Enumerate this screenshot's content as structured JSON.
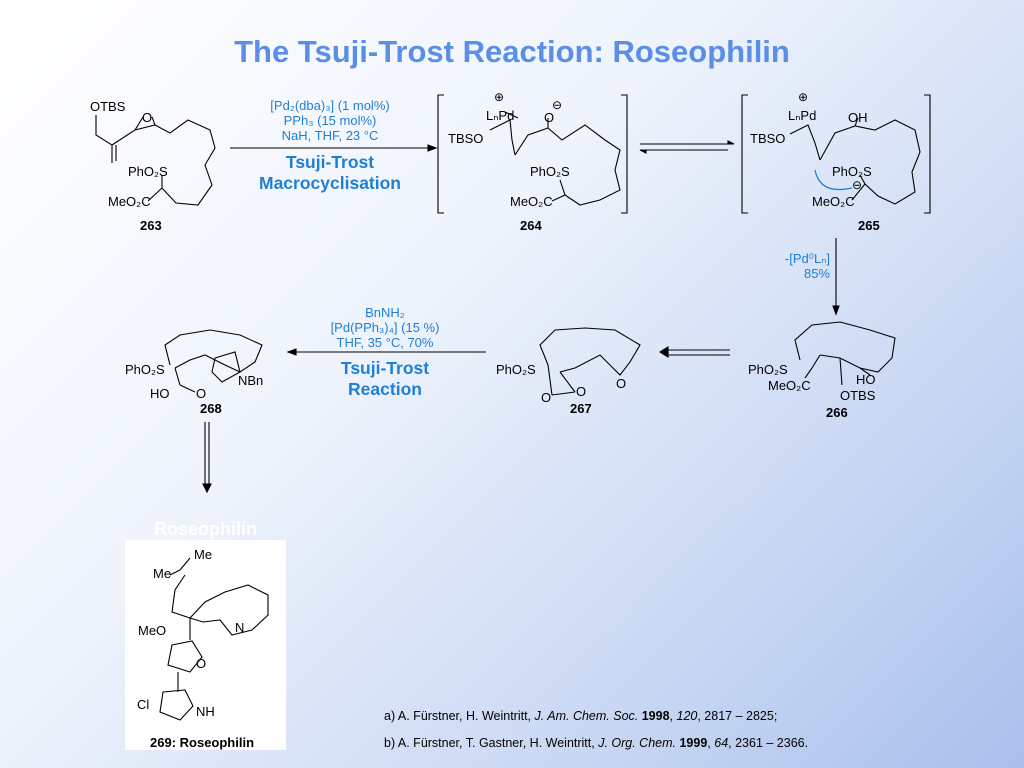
{
  "title": "The Tsuji-Trost Reaction: Roseophilin",
  "compounds": {
    "c263": {
      "label": "263",
      "otbs": "OTBS",
      "o": "O",
      "pho2s": "PhO₂S",
      "meo2c": "MeO₂C"
    },
    "c264": {
      "label": "264",
      "lnpd": "LₙPd",
      "tbso": "TBSO",
      "o": "O",
      "pho2s": "PhO₂S",
      "meo2c": "MeO₂C"
    },
    "c265": {
      "label": "265",
      "lnpd": "LₙPd",
      "tbso": "TBSO",
      "oh": "OH",
      "pho2s": "PhO₂S",
      "meo2c": "MeO₂C"
    },
    "c266": {
      "label": "266",
      "pho2s": "PhO₂S",
      "meo2c": "MeO₂C",
      "ho": "HO",
      "otbs": "OTBS"
    },
    "c267": {
      "label": "267",
      "pho2s": "PhO₂S",
      "o_ring": "O",
      "o_carbonyl": "O",
      "o_ketone": "O"
    },
    "c268": {
      "label": "268",
      "pho2s": "PhO₂S",
      "ho": "HO",
      "o": "O",
      "nbn": "NBn"
    },
    "c269": {
      "label": "269: Roseophilin",
      "me1": "Me",
      "me2": "Me",
      "meo": "MeO",
      "n": "N",
      "o": "O",
      "cl": "Cl",
      "nh": "NH"
    }
  },
  "conditions": {
    "step1": {
      "line1": "[Pd₂(dba)₃] (1 mol%)",
      "line2": "PPh₃ (15 mol%)",
      "line3": "NaH, THF, 23 °C",
      "name1": "Tsuji-Trost",
      "name2": "Macrocyclisation"
    },
    "step2": {
      "line1": "-[Pd⁰Lₙ]",
      "line2": "85%"
    },
    "step3": {
      "line1": "BnNH₂",
      "line2": "[Pd(PPh₃)₄] (15 %)",
      "line3": "THF, 35 °C, 70%",
      "name1": "Tsuji-Trost",
      "name2": "Reaction"
    }
  },
  "natural_product": {
    "title": "Roseophilin"
  },
  "references": [
    {
      "prefix": "a) A. Fürstner, H. Weintritt, ",
      "journal": "J. Am. Chem. Soc.",
      "year": "1998",
      "volume": "120",
      "pages": ", 2817 – 2825;"
    },
    {
      "prefix": "b) A. Fürstner, T. Gastner, H. Weintritt, ",
      "journal": "J. Org. Chem.",
      "year": "1999",
      "volume": "64",
      "pages": ", 2361 – 2366."
    }
  ],
  "colors": {
    "title": "#5b8ee6",
    "conditions": "#1f7fd6"
  }
}
